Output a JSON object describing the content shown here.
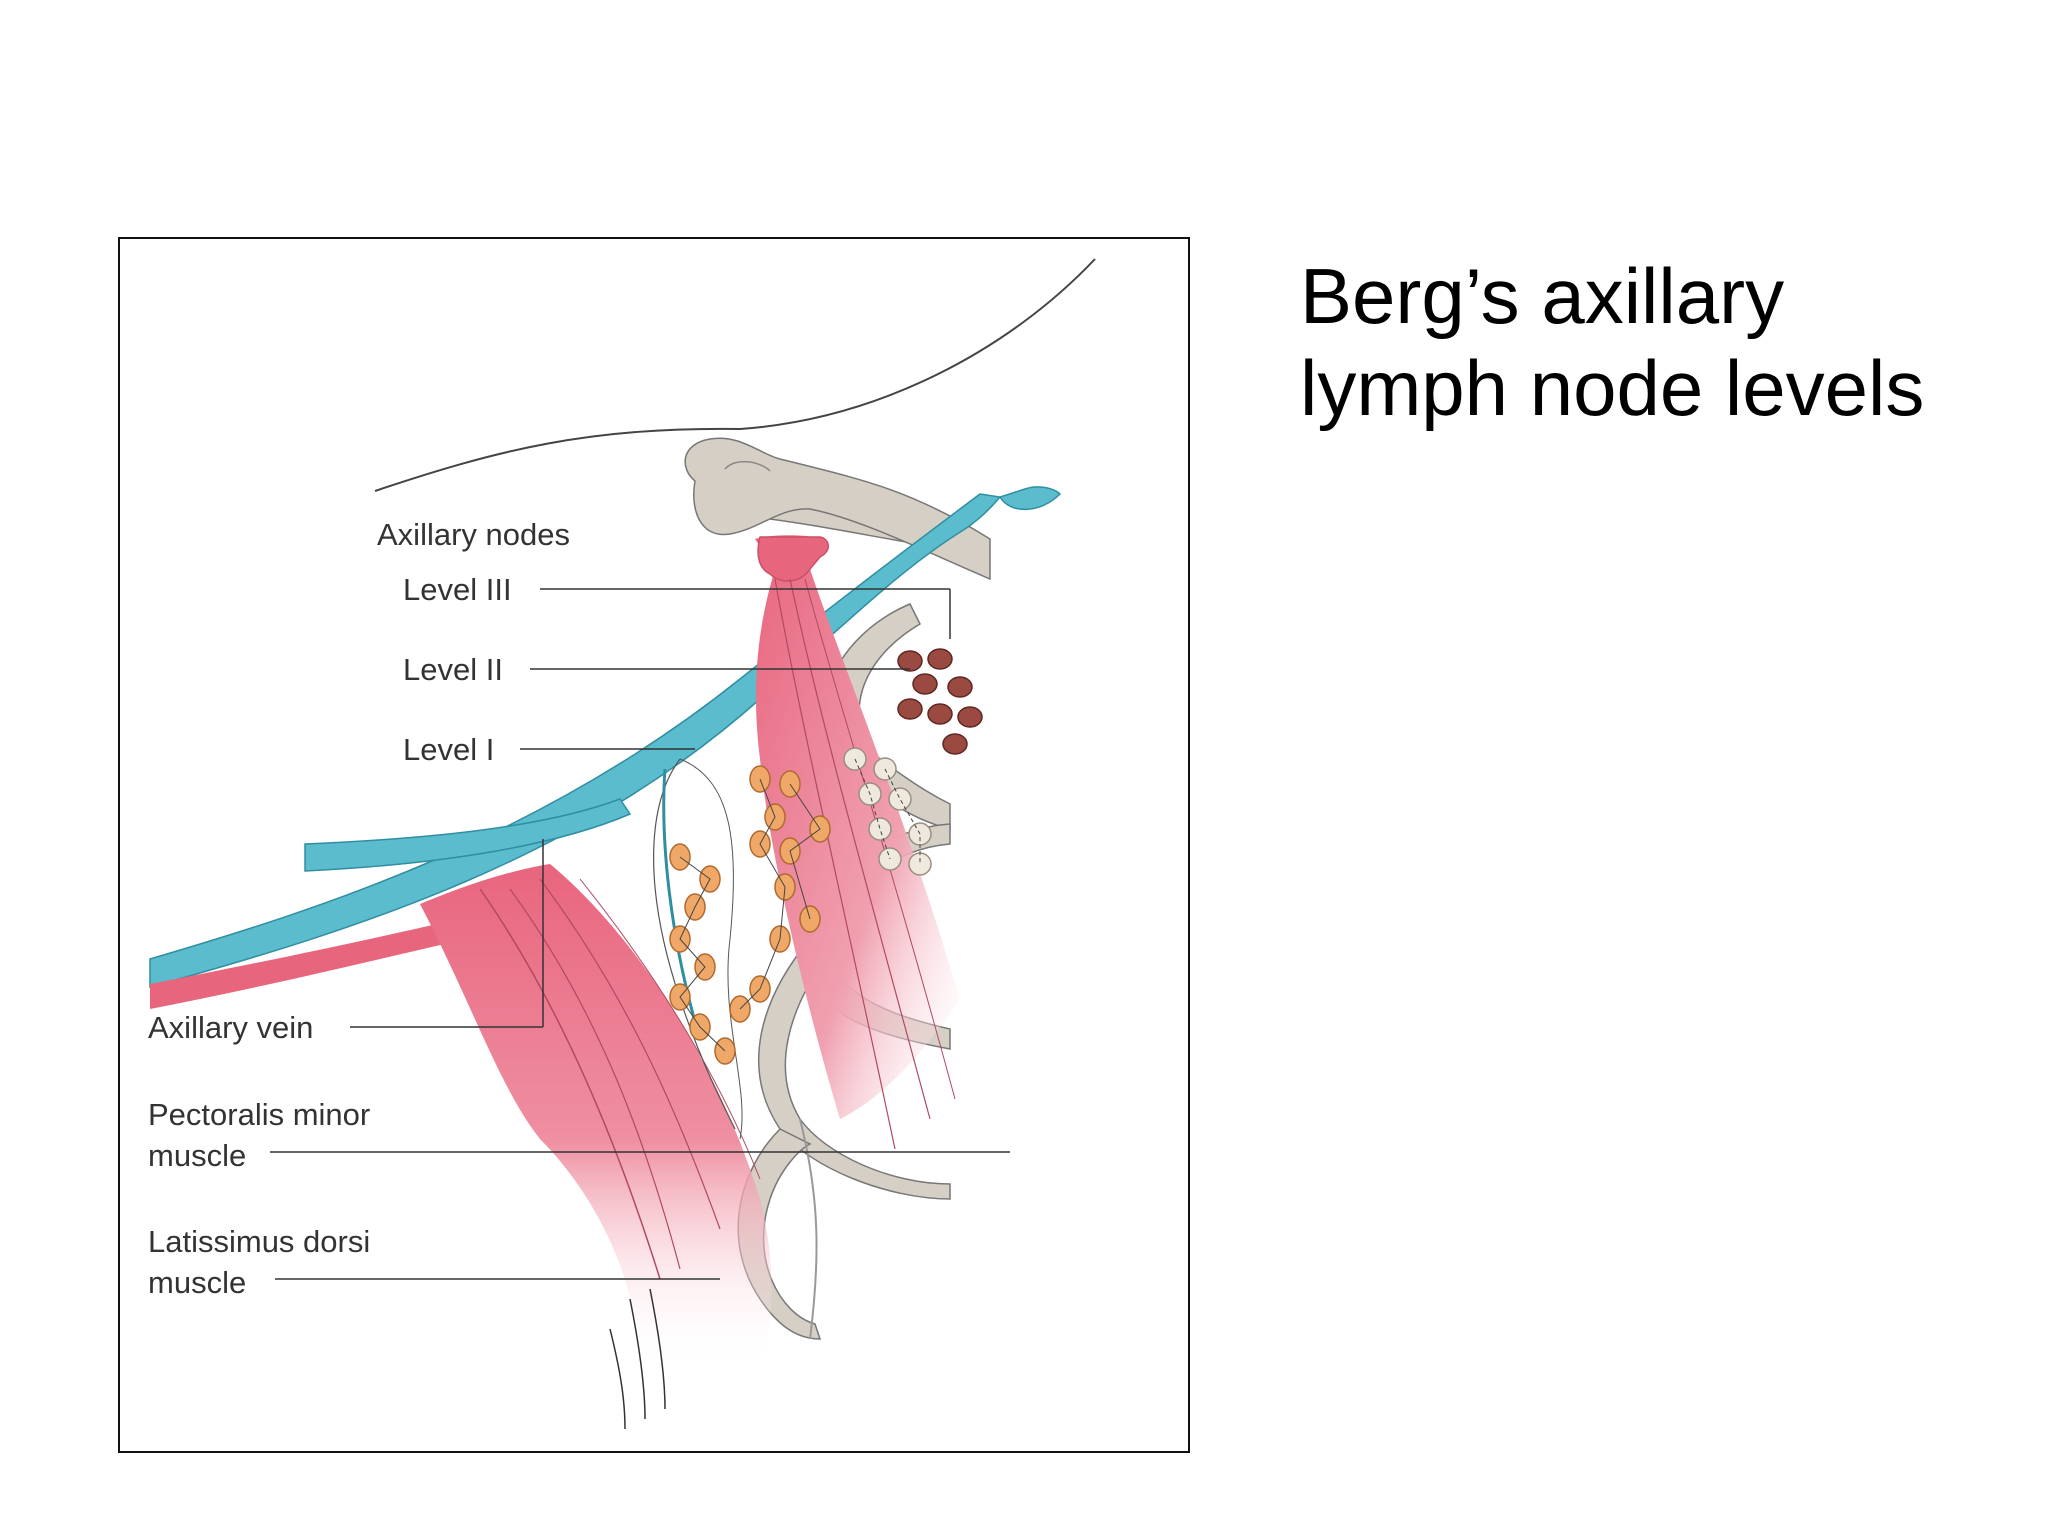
{
  "slide": {
    "title_line1": "Berg’s axillary",
    "title_line2": "lymph node levels"
  },
  "figure": {
    "labels": {
      "axillary_nodes": "Axillary nodes",
      "level_3": "Level III",
      "level_2": "Level II",
      "level_1": "Level I",
      "axillary_vein": "Axillary vein",
      "pectoralis_minor_1": "Pectoralis minor",
      "pectoralis_minor_2": "muscle",
      "latissimus_dorsi_1": "Latissimus dorsi",
      "latissimus_dorsi_2": "muscle"
    },
    "colors": {
      "vein": "#5bbccd",
      "muscle": "#e8657e",
      "bone": "#d6cfc5",
      "level_1_nodes": "#f0a868",
      "level_2_nodes": "#efe8dc",
      "level_3_nodes": "#9a4a40"
    }
  }
}
